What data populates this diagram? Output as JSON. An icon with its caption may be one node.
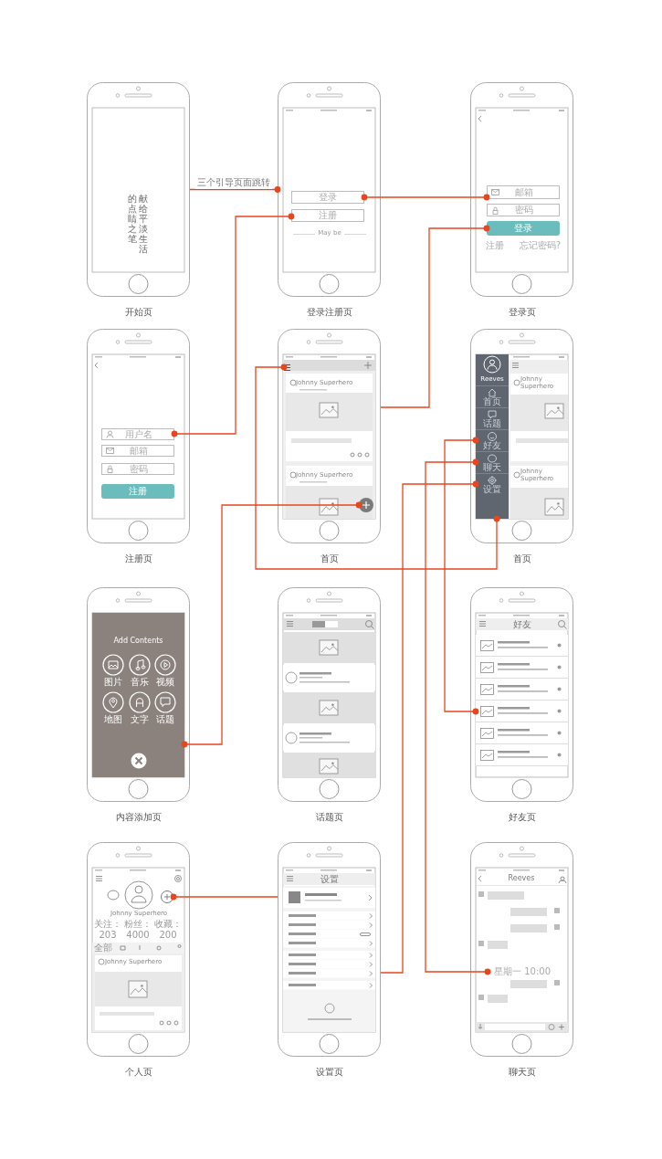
{
  "diagram": {
    "nodes": [
      {
        "text": [
          "开始页"
        ]
      },
      {
        "text": [
          "登录注册页"
        ]
      },
      {
        "text": [
          "登录"
        ],
        "in": 1
      },
      {
        "text": [
          "注册"
        ],
        "in": 1
      },
      {
        "text": [
          "登录页"
        ]
      },
      {
        "text": [
          "邮箱"
        ],
        "in": 4
      },
      {
        "text": [
          "密码"
        ],
        "in": 4
      },
      {
        "text": [
          "登录"
        ],
        "in": 4
      },
      {
        "text": [
          "注册页"
        ]
      },
      {
        "text": [
          "用户名"
        ],
        "in": 8
      },
      {
        "text": [
          "邮箱"
        ],
        "in": 8
      },
      {
        "text": [
          "密码"
        ],
        "in": 8
      },
      {
        "text": [
          "注册"
        ],
        "in": 8
      },
      {
        "text": [
          "首页"
        ]
      },
      {
        "text": [],
        "shape": "box",
        "in": 13
      },
      {
        "text": [],
        "shape": "circle",
        "in": 13
      },
      {
        "text": [
          "首页"
        ]
      },
      {
        "text": [
          "Reeves"
        ],
        "in": 16
      },
      {
        "text": [
          "首页"
        ],
        "in": 17
      },
      {
        "text": [
          "话题"
        ],
        "in": 17
      },
      {
        "text": [
          "好友"
        ],
        "in": 17
      },
      {
        "text": [
          "聊天"
        ],
        "in": 17
      },
      {
        "text": [
          "设置"
        ],
        "in": 17
      },
      {
        "text": [
          "内容添加页"
        ]
      },
      {
        "text": [
          "Add Contents"
        ],
        "in": 23
      },
      {
        "text": [
          "图片"
        ],
        "in": 24
      },
      {
        "text": [
          "音乐"
        ],
        "in": 24
      },
      {
        "text": [
          "视频"
        ],
        "in": 24
      },
      {
        "text": [
          "地图"
        ],
        "in": 24
      },
      {
        "text": [
          "文字"
        ],
        "in": 24
      },
      {
        "text": [
          "话题"
        ],
        "in": 24
      },
      {
        "text": [
          "话题页"
        ]
      },
      {
        "text": [
          "好友页"
        ]
      },
      {
        "text": [],
        "shape": "box",
        "in": 32
      },
      {
        "text": [],
        "shape": "box",
        "in": 32
      },
      {
        "text": [],
        "shape": "box",
        "in": 32
      },
      {
        "text": [],
        "shape": "box",
        "in": 32
      },
      {
        "text": [],
        "shape": "box",
        "in": 32
      },
      {
        "text": [],
        "shape": "box",
        "in": 32
      },
      {
        "text": [
          "个人页"
        ]
      },
      {
        "text": [],
        "shape": "circle",
        "in": 39
      },
      {
        "text": [
          "设置页"
        ]
      },
      {
        "text": [
          "聊天页"
        ]
      },
      {
        "text": [
          "星期一 10:00"
        ],
        "in": 42
      }
    ],
    "edges": [
      {
        "from": 1,
        "to": 0,
        "arrow": "other",
        "label": "三个引导页面跳转"
      },
      {
        "from": 2,
        "to": 5,
        "arrow": "other"
      },
      {
        "from": 3,
        "to": 9,
        "arrow": "other"
      },
      {
        "from": 7,
        "to": 13,
        "arrow": "other"
      },
      {
        "from": 14,
        "to": 17,
        "arrow": "other"
      },
      {
        "from": 15,
        "to": 24,
        "arrow": "other"
      },
      {
        "from": 20,
        "to": 36,
        "arrow": "other"
      },
      {
        "from": 21,
        "to": 43,
        "arrow": "other"
      },
      {
        "from": 22,
        "to": 41,
        "arrow": "other"
      },
      {
        "from": 40,
        "to": 41,
        "arrow": "other"
      }
    ],
    "labels": [
      "的点睛之笔",
      "献给平淡生活",
      "May be",
      "注册",
      "忘记密码?",
      "Johnny Superhero",
      "Johnny Superhero",
      "Johnny Superhero",
      "Johnny Superhero",
      "好友",
      "Johnny Superhero",
      "关注：203",
      "粉丝：4000",
      "收藏：200",
      "全部",
      "Johnny Superhero",
      "设置",
      "Reeves"
    ]
  }
}
